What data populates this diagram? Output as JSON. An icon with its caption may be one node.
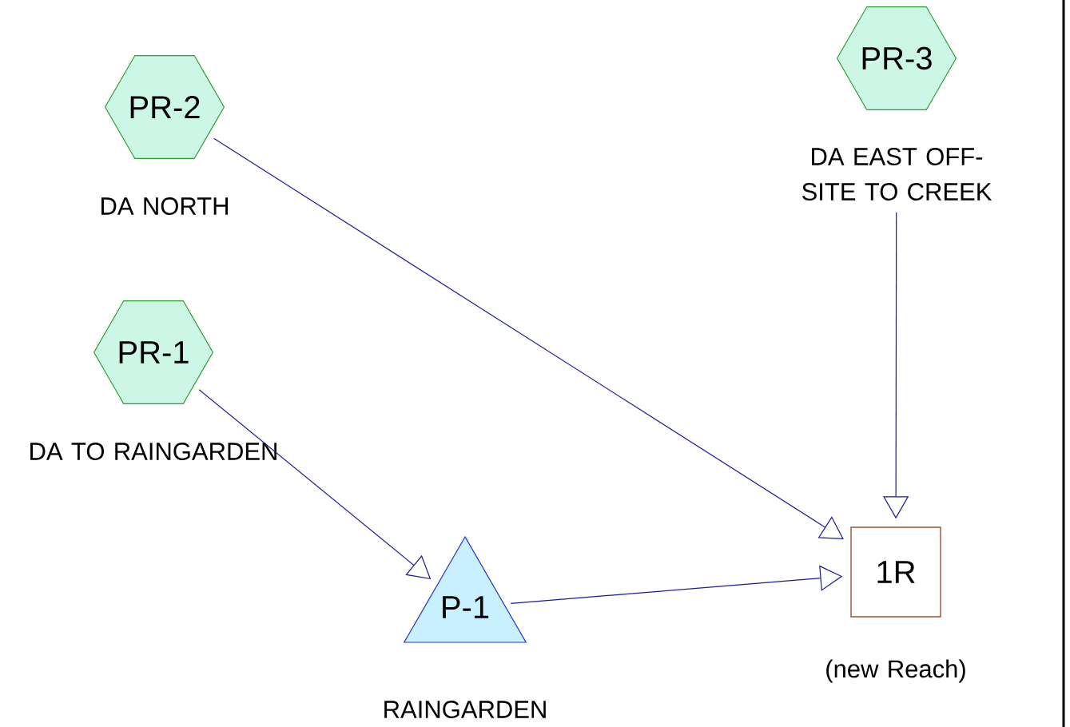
{
  "diagram": {
    "nodes": [
      {
        "text": [
          "PR-2"
        ],
        "beside": [
          "DA NORTH"
        ]
      },
      {
        "text": [
          "PR-3"
        ],
        "beside": [
          "DA EAST OFF-SITE TO CREEK"
        ]
      },
      {
        "text": [
          "PR-1"
        ],
        "beside": [
          "DA TO RAINGARDEN"
        ]
      },
      {
        "text": [
          "P-1"
        ],
        "beside": [
          "RAINGARDEN"
        ]
      },
      {
        "text": [
          "1R"
        ],
        "beside": [
          "(new Reach)"
        ]
      }
    ],
    "edges": [
      {
        "from": 0,
        "to": 4,
        "arrow": "to"
      },
      {
        "from": 1,
        "to": 4,
        "arrow": "to"
      },
      {
        "from": 2,
        "to": 3,
        "arrow": "to"
      },
      {
        "from": 3,
        "to": 4,
        "arrow": "to"
      }
    ]
  }
}
